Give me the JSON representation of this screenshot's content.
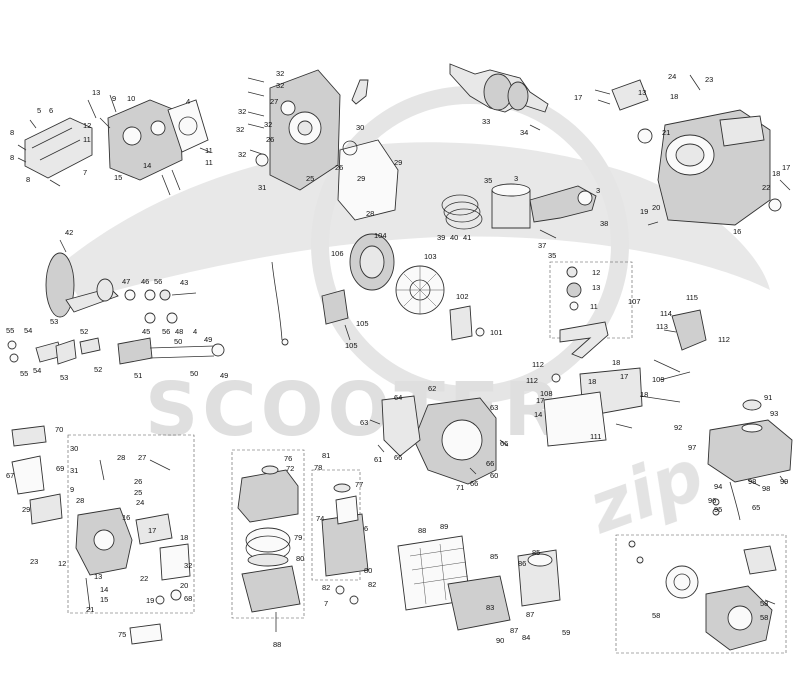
{
  "watermark": {
    "brand_line1": "SCOOTER",
    "brand_line2": "zip",
    "color": "#d9d9d9"
  },
  "callouts": [
    {
      "id": "c1",
      "text": "5"
    },
    {
      "id": "c2",
      "text": "6"
    },
    {
      "id": "c3",
      "text": "8"
    },
    {
      "id": "c4",
      "text": "8"
    },
    {
      "id": "c5",
      "text": "8"
    },
    {
      "id": "c6",
      "text": "9"
    },
    {
      "id": "c7",
      "text": "13"
    },
    {
      "id": "c8",
      "text": "10"
    },
    {
      "id": "c9",
      "text": "12"
    },
    {
      "id": "c10",
      "text": "11"
    },
    {
      "id": "c11",
      "text": "4"
    },
    {
      "id": "c12",
      "text": "7"
    },
    {
      "id": "c13",
      "text": "14"
    },
    {
      "id": "c14",
      "text": "15"
    },
    {
      "id": "c15",
      "text": "11"
    },
    {
      "id": "c16",
      "text": "11"
    },
    {
      "id": "c17",
      "text": "32"
    },
    {
      "id": "c18",
      "text": "32"
    },
    {
      "id": "c19",
      "text": "32"
    },
    {
      "id": "c20",
      "text": "27"
    },
    {
      "id": "c21",
      "text": "32"
    },
    {
      "id": "c22",
      "text": "32"
    },
    {
      "id": "c23",
      "text": "26"
    },
    {
      "id": "c24",
      "text": "32"
    },
    {
      "id": "c25",
      "text": "31"
    },
    {
      "id": "c26",
      "text": "25"
    },
    {
      "id": "c27",
      "text": "30"
    },
    {
      "id": "c28",
      "text": "29"
    },
    {
      "id": "c29",
      "text": "29"
    },
    {
      "id": "c30",
      "text": "26"
    },
    {
      "id": "c31",
      "text": "28"
    },
    {
      "id": "c32",
      "text": "33"
    },
    {
      "id": "c33",
      "text": "34"
    },
    {
      "id": "c34",
      "text": "24"
    },
    {
      "id": "c35",
      "text": "23"
    },
    {
      "id": "c36",
      "text": "17"
    },
    {
      "id": "c37",
      "text": "18"
    },
    {
      "id": "c38",
      "text": "13"
    },
    {
      "id": "c39",
      "text": "21"
    },
    {
      "id": "c40",
      "text": "22"
    },
    {
      "id": "c41",
      "text": "18"
    },
    {
      "id": "c42",
      "text": "17"
    },
    {
      "id": "c43",
      "text": "19"
    },
    {
      "id": "c44",
      "text": "20"
    },
    {
      "id": "c45",
      "text": "16"
    },
    {
      "id": "c46",
      "text": "35"
    },
    {
      "id": "c47",
      "text": "3"
    },
    {
      "id": "c48",
      "text": "3"
    },
    {
      "id": "c49",
      "text": "39"
    },
    {
      "id": "c50",
      "text": "40"
    },
    {
      "id": "c51",
      "text": "41"
    },
    {
      "id": "c52",
      "text": "37"
    },
    {
      "id": "c53",
      "text": "38"
    },
    {
      "id": "c54",
      "text": "35"
    },
    {
      "id": "c55",
      "text": "42"
    },
    {
      "id": "c56",
      "text": "47"
    },
    {
      "id": "c57",
      "text": "46"
    },
    {
      "id": "c58",
      "text": "56"
    },
    {
      "id": "c59",
      "text": "43"
    },
    {
      "id": "c60",
      "text": "45"
    },
    {
      "id": "c61",
      "text": "56"
    },
    {
      "id": "c62",
      "text": "48"
    },
    {
      "id": "c63",
      "text": "4"
    },
    {
      "id": "c64",
      "text": "53"
    },
    {
      "id": "c65",
      "text": "55"
    },
    {
      "id": "c66",
      "text": "54"
    },
    {
      "id": "c67",
      "text": "55"
    },
    {
      "id": "c68",
      "text": "54"
    },
    {
      "id": "c69",
      "text": "53"
    },
    {
      "id": "c70",
      "text": "52"
    },
    {
      "id": "c71",
      "text": "52"
    },
    {
      "id": "c72",
      "text": "51"
    },
    {
      "id": "c73",
      "text": "50"
    },
    {
      "id": "c74",
      "text": "49"
    },
    {
      "id": "c75",
      "text": "50"
    },
    {
      "id": "c76",
      "text": "49"
    },
    {
      "id": "c77",
      "text": "106"
    },
    {
      "id": "c78",
      "text": "104"
    },
    {
      "id": "c79",
      "text": "103"
    },
    {
      "id": "c80",
      "text": "102"
    },
    {
      "id": "c81",
      "text": "105"
    },
    {
      "id": "c82",
      "text": "105"
    },
    {
      "id": "c83",
      "text": "101"
    },
    {
      "id": "c84",
      "text": "12"
    },
    {
      "id": "c85",
      "text": "13"
    },
    {
      "id": "c86",
      "text": "11"
    },
    {
      "id": "c87",
      "text": "107"
    },
    {
      "id": "c88",
      "text": "115"
    },
    {
      "id": "c89",
      "text": "114"
    },
    {
      "id": "c90",
      "text": "113"
    },
    {
      "id": "c91",
      "text": "112"
    },
    {
      "id": "c92",
      "text": "18"
    },
    {
      "id": "c93",
      "text": "18"
    },
    {
      "id": "c94",
      "text": "17"
    },
    {
      "id": "c95",
      "text": "112"
    },
    {
      "id": "c96",
      "text": "112"
    },
    {
      "id": "c97",
      "text": "108"
    },
    {
      "id": "c98",
      "text": "109"
    },
    {
      "id": "c99",
      "text": "18"
    },
    {
      "id": "c100",
      "text": "17"
    },
    {
      "id": "c101",
      "text": "14"
    },
    {
      "id": "c102",
      "text": "111"
    },
    {
      "id": "c103",
      "text": "92"
    },
    {
      "id": "c104",
      "text": "93"
    },
    {
      "id": "c105",
      "text": "91"
    },
    {
      "id": "c106",
      "text": "97"
    },
    {
      "id": "c107",
      "text": "94"
    },
    {
      "id": "c108",
      "text": "98"
    },
    {
      "id": "c109",
      "text": "98"
    },
    {
      "id": "c110",
      "text": "99"
    },
    {
      "id": "c111",
      "text": "96"
    },
    {
      "id": "c112",
      "text": "95"
    },
    {
      "id": "c113",
      "text": "65"
    },
    {
      "id": "c114",
      "text": "62"
    },
    {
      "id": "c115",
      "text": "64"
    },
    {
      "id": "c116",
      "text": "63"
    },
    {
      "id": "c117",
      "text": "63"
    },
    {
      "id": "c118",
      "text": "61"
    },
    {
      "id": "c119",
      "text": "66"
    },
    {
      "id": "c120",
      "text": "66"
    },
    {
      "id": "c121",
      "text": "66"
    },
    {
      "id": "c122",
      "text": "60"
    },
    {
      "id": "c123",
      "text": "66"
    },
    {
      "id": "c124",
      "text": "71"
    },
    {
      "id": "c125",
      "text": "70"
    },
    {
      "id": "c126",
      "text": "67"
    },
    {
      "id": "c127",
      "text": "69"
    },
    {
      "id": "c128",
      "text": "29"
    },
    {
      "id": "c129",
      "text": "30"
    },
    {
      "id": "c130",
      "text": "31"
    },
    {
      "id": "c131",
      "text": "9"
    },
    {
      "id": "c132",
      "text": "28"
    },
    {
      "id": "c133",
      "text": "28"
    },
    {
      "id": "c134",
      "text": "27"
    },
    {
      "id": "c135",
      "text": "26"
    },
    {
      "id": "c136",
      "text": "25"
    },
    {
      "id": "c137",
      "text": "24"
    },
    {
      "id": "c138",
      "text": "16"
    },
    {
      "id": "c139",
      "text": "17"
    },
    {
      "id": "c140",
      "text": "18"
    },
    {
      "id": "c141",
      "text": "32"
    },
    {
      "id": "c142",
      "text": "23"
    },
    {
      "id": "c143",
      "text": "12"
    },
    {
      "id": "c144",
      "text": "13"
    },
    {
      "id": "c145",
      "text": "14"
    },
    {
      "id": "c146",
      "text": "15"
    },
    {
      "id": "c147",
      "text": "21"
    },
    {
      "id": "c148",
      "text": "22"
    },
    {
      "id": "c149",
      "text": "19"
    },
    {
      "id": "c150",
      "text": "20"
    },
    {
      "id": "c151",
      "text": "68"
    },
    {
      "id": "c152",
      "text": "75"
    },
    {
      "id": "c153",
      "text": "76"
    },
    {
      "id": "c154",
      "text": "72"
    },
    {
      "id": "c155",
      "text": "81"
    },
    {
      "id": "c156",
      "text": "78"
    },
    {
      "id": "c157",
      "text": "77"
    },
    {
      "id": "c158",
      "text": "79"
    },
    {
      "id": "c159",
      "text": "74"
    },
    {
      "id": "c160",
      "text": "6"
    },
    {
      "id": "c161",
      "text": "80"
    },
    {
      "id": "c162",
      "text": "80"
    },
    {
      "id": "c163",
      "text": "82"
    },
    {
      "id": "c164",
      "text": "82"
    },
    {
      "id": "c165",
      "text": "7"
    },
    {
      "id": "c166",
      "text": "88"
    },
    {
      "id": "c167",
      "text": "88"
    },
    {
      "id": "c168",
      "text": "89"
    },
    {
      "id": "c169",
      "text": "85"
    },
    {
      "id": "c170",
      "text": "85"
    },
    {
      "id": "c171",
      "text": "86"
    },
    {
      "id": "c172",
      "text": "83"
    },
    {
      "id": "c173",
      "text": "87"
    },
    {
      "id": "c174",
      "text": "87"
    },
    {
      "id": "c175",
      "text": "90"
    },
    {
      "id": "c176",
      "text": "84"
    },
    {
      "id": "c177",
      "text": "59"
    },
    {
      "id": "c178",
      "text": "58"
    },
    {
      "id": "c179",
      "text": "58"
    },
    {
      "id": "c180",
      "text": "58"
    }
  ]
}
